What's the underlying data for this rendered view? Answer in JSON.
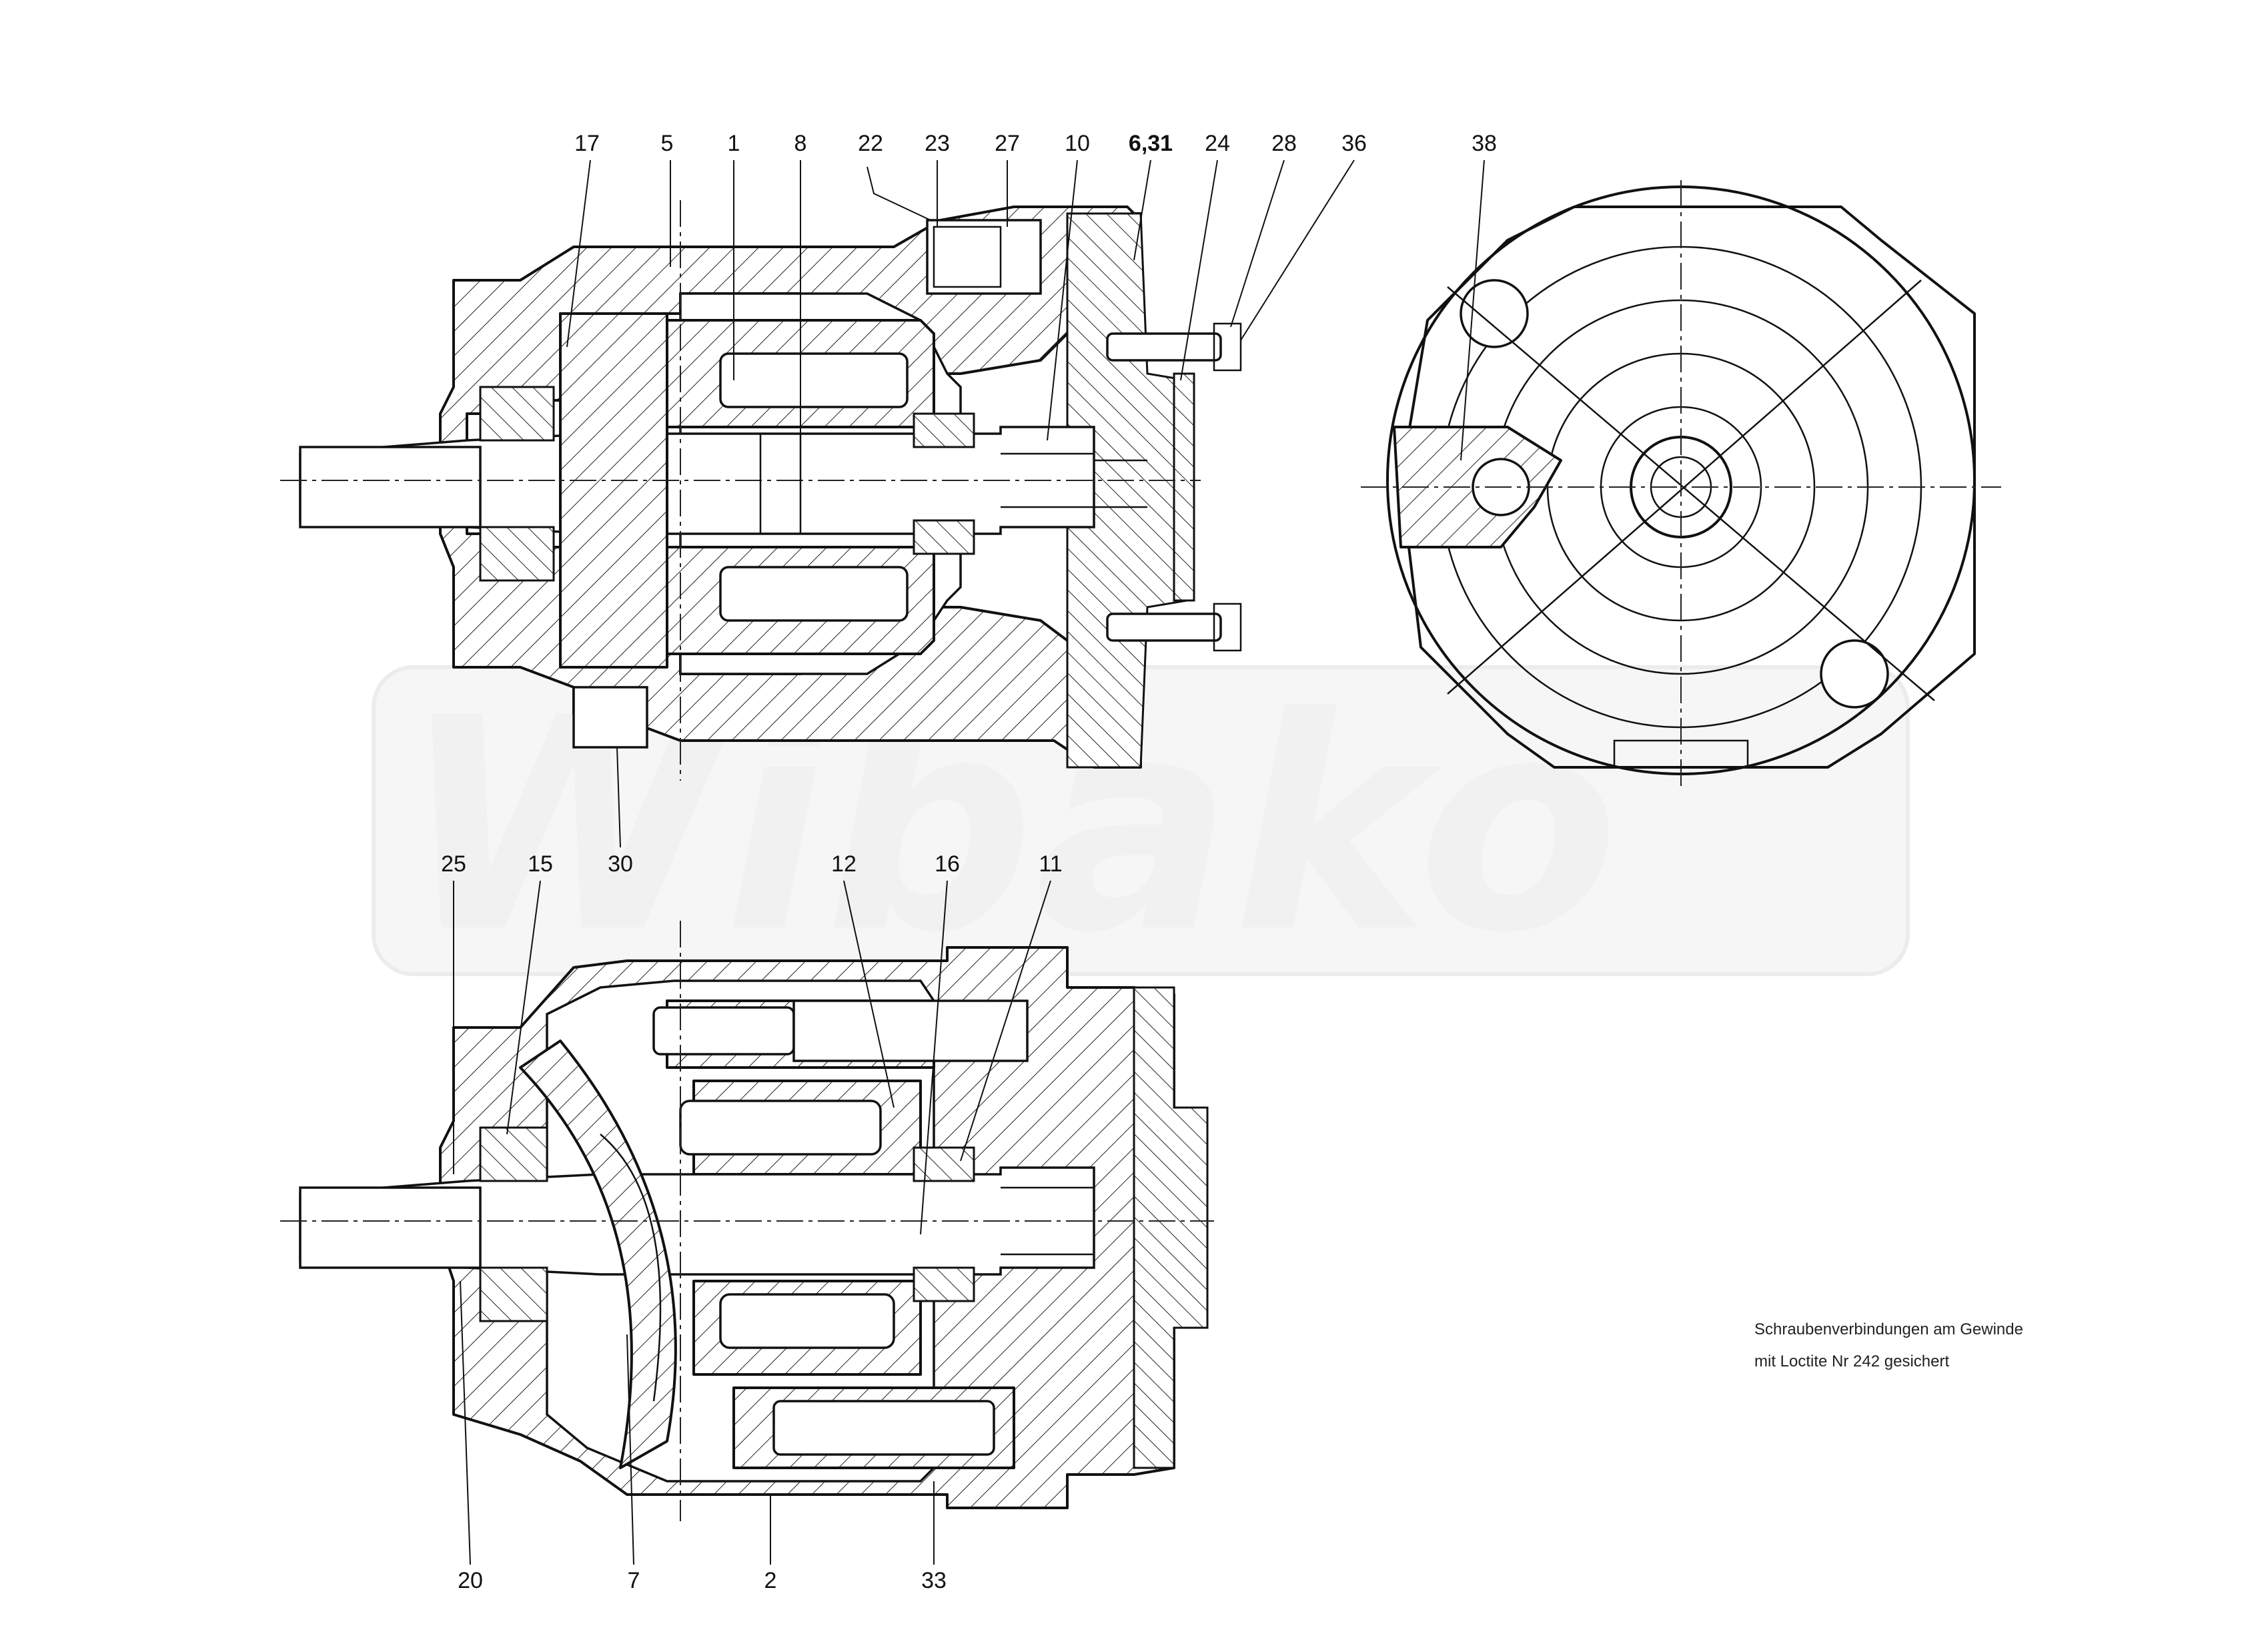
{
  "watermark": "Wibako",
  "note": {
    "line1": "Schraubenverbindungen am Gewinde",
    "line2": "mit Loctite Nr 242 gesichert"
  },
  "callouts_top": [
    "17",
    "5",
    "1",
    "8",
    "22",
    "23",
    "27",
    "10",
    "6,31",
    "24",
    "28",
    "36",
    "38",
    "30"
  ],
  "callouts_bottom": [
    "25",
    "15",
    "12",
    "16",
    "11",
    "20",
    "7",
    "2",
    "33"
  ]
}
